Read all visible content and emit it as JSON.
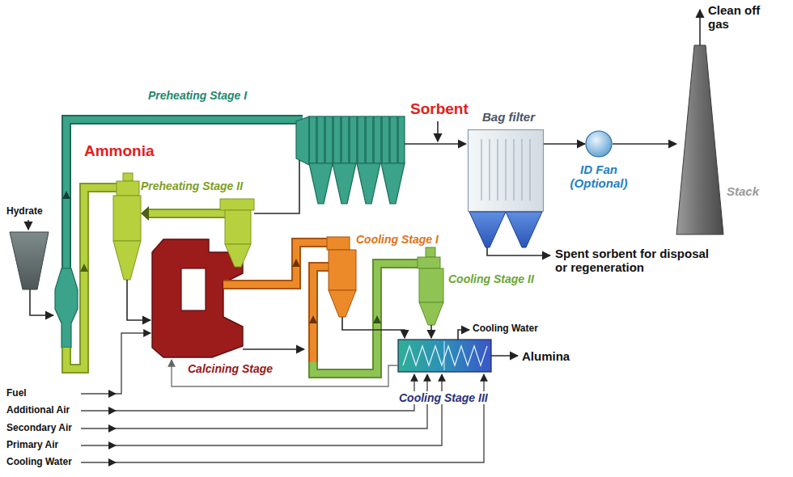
{
  "diagram": {
    "nodes": [
      {
        "text": [
          "Bag filter"
        ]
      },
      {
        "text": [
          "ID Fan (Optional)"
        ]
      },
      {
        "text": [
          "Stack"
        ]
      }
    ],
    "edges": [
      {
        "from": 0,
        "to": 1,
        "arrow": "to"
      },
      {
        "from": 1,
        "to": 2,
        "arrow": "to"
      }
    ],
    "labels": [
      "Clean off gas",
      "Sorbent",
      "Ammonia",
      "Preheating Stage I",
      "Preheating Stage II",
      "Hydrate",
      "Spent sorbent for disposal or regeneration",
      "Cooling Stage I",
      "Cooling Stage II",
      "Cooling Water",
      "Alumina",
      "Calcining Stage",
      "Cooling Stage III",
      "Fuel",
      "Additional Air",
      "Secondary Air",
      "Primary Air",
      "Cooling Water"
    ]
  }
}
